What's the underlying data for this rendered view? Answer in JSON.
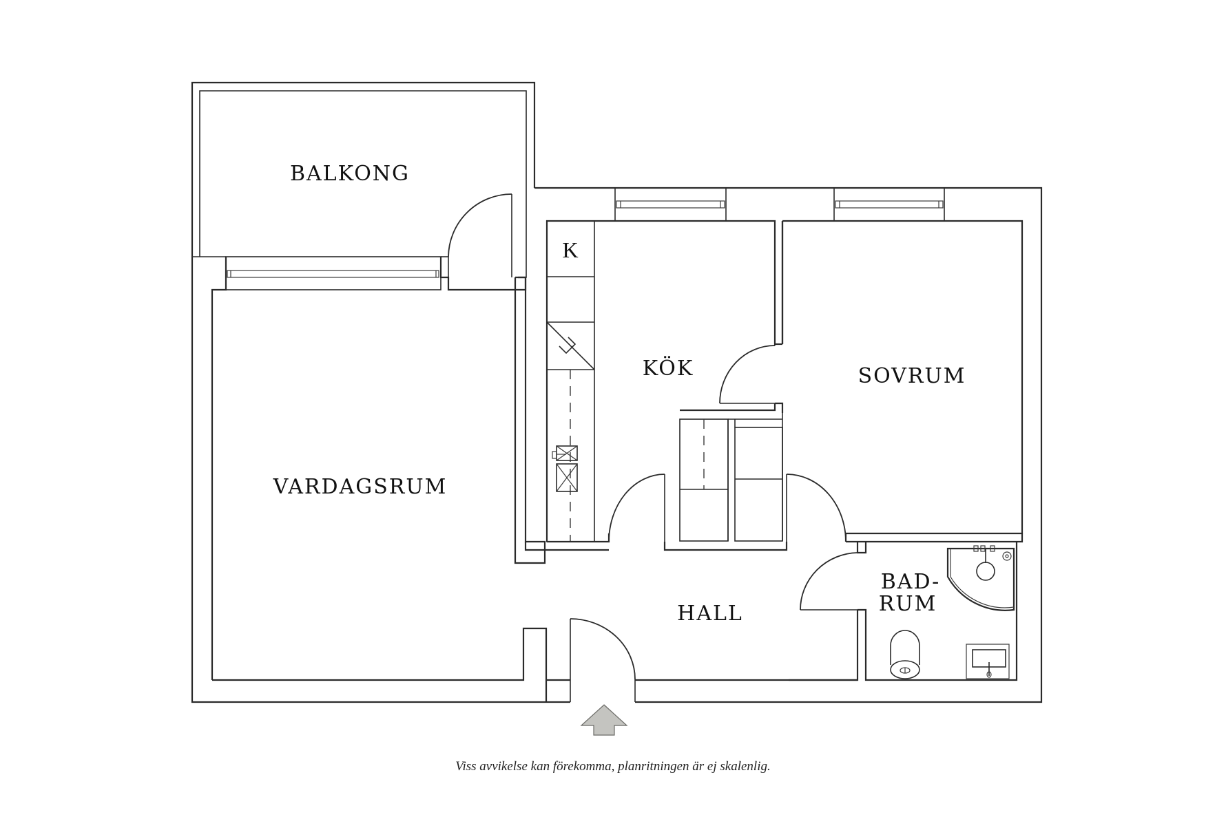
{
  "floor_plan": {
    "rooms": [
      {
        "id": "balkong",
        "label": "BALKONG"
      },
      {
        "id": "vardagsrum",
        "label": "VARDAGSRUM"
      },
      {
        "id": "kok",
        "label": "KÖK"
      },
      {
        "id": "sovrum",
        "label": "SOVRUM"
      },
      {
        "id": "hall",
        "label": "HALL"
      },
      {
        "id": "badrum",
        "label_line1": "BAD-",
        "label_line2": "RUM"
      }
    ],
    "fixtures": {
      "kitchen_marker": "K",
      "kitchen_items": [
        "refrigerator-k",
        "dishwasher",
        "sink",
        "stove"
      ],
      "bathroom_items": [
        "shower-corner",
        "toilet",
        "washbasin"
      ],
      "hall_items": [
        "wardrobe-left",
        "wardrobe-right"
      ]
    },
    "entrance": {
      "icon": "entrance-arrow-icon",
      "color": "#c4c4c0"
    },
    "windows": [
      "balkong-window",
      "kok-window",
      "sovrum-window"
    ]
  },
  "footer": {
    "disclaimer": "Viss avvikelse kan förekomma, planritningen är ej skalenlig."
  },
  "colors": {
    "background": "#ffffff",
    "lines": "#2a2a2a",
    "arrow_fill": "#c4c4c0"
  }
}
